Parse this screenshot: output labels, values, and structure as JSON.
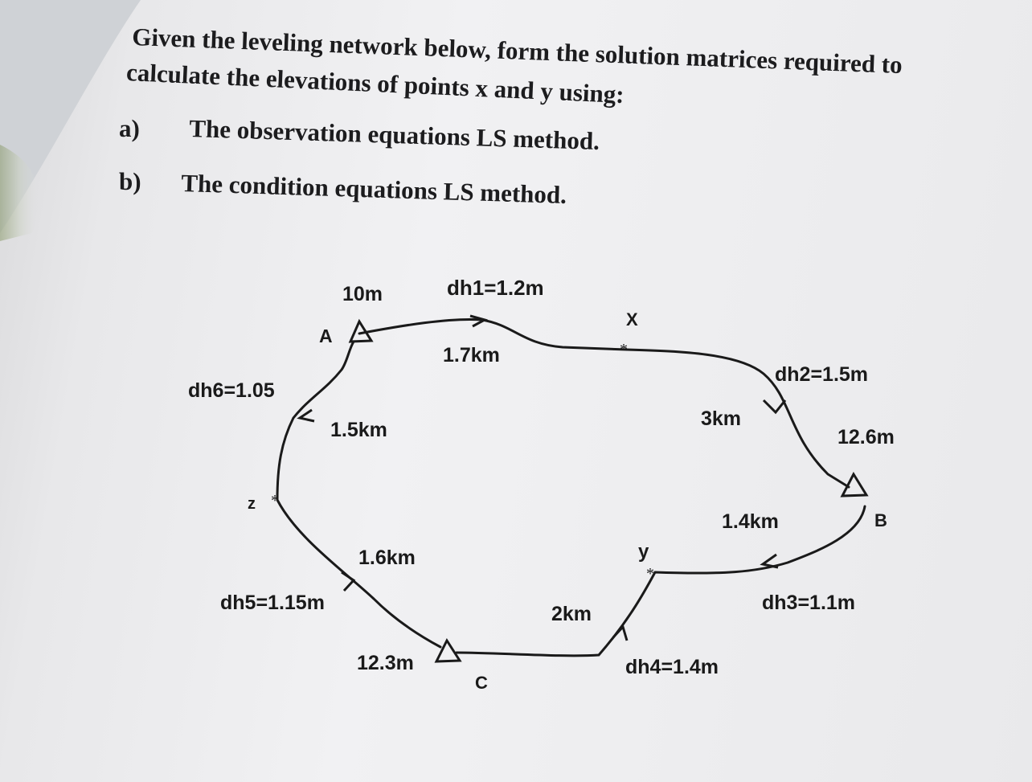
{
  "question": {
    "line1": "Given the leveling network below, form the solution matrices required to",
    "line2": "calculate the elevations of points x and y using:",
    "items": [
      {
        "label": "a)",
        "text": "The observation equations LS method."
      },
      {
        "label": "b)",
        "text": "The condition equations LS method."
      }
    ]
  },
  "diagram": {
    "benchmarks": [
      {
        "name": "A",
        "elevation": "10m"
      },
      {
        "name": "B",
        "elevation": "12.6m"
      },
      {
        "name": "C",
        "elevation": "12.3m"
      }
    ],
    "unknown_points": [
      "X",
      "y",
      "z"
    ],
    "lines": [
      {
        "dh": "dh1=1.2m",
        "distance": "1.7km"
      },
      {
        "dh": "dh2=1.5m",
        "distance": "3km"
      },
      {
        "dh": "dh3=1.1m",
        "distance": "1.4km"
      },
      {
        "dh": "dh4=1.4m",
        "distance": "2km"
      },
      {
        "dh": "dh5=1.15m",
        "distance": "1.6km"
      },
      {
        "dh": "dh6=1.05",
        "distance": "1.5km"
      }
    ]
  }
}
